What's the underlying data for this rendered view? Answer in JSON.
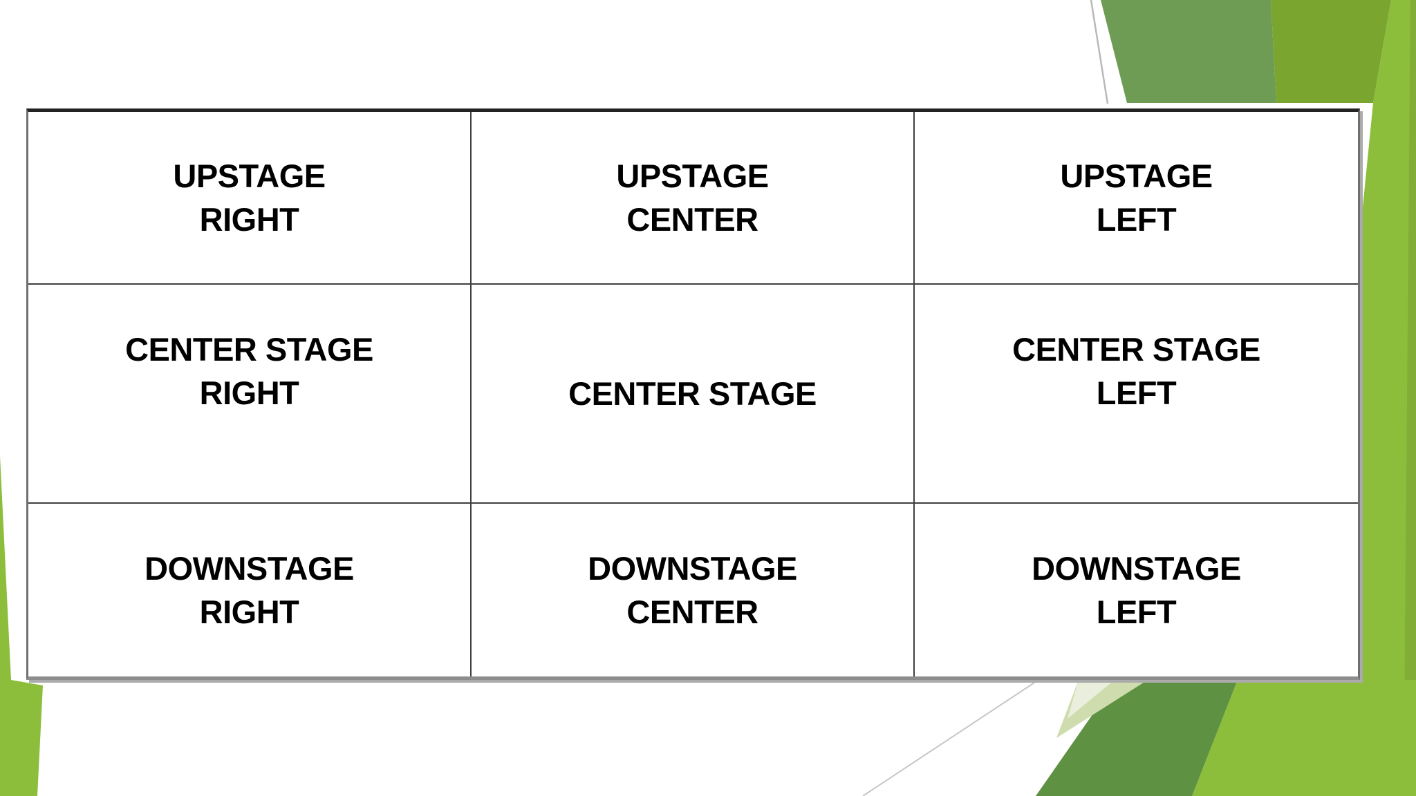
{
  "slide": {
    "background_color": "#ffffff",
    "theme_colors": {
      "sage_dark": "#6e9c55",
      "sage_deep": "#5e9142",
      "olive_green": "#7aa52f",
      "bright_green": "#8cbe3c",
      "band_edge_green": "#82ad37",
      "pale_green": "#cedcae",
      "pale_green_light": "#e9efdc",
      "hairline_gray": "#c6c6c6",
      "table_border_dark": "#232323",
      "table_border_gray": "#6f6f6f",
      "grid_line": "#3f3f3f",
      "text_color": "#000000"
    }
  },
  "stage_grid": {
    "rows": [
      {
        "cells": [
          {
            "name": "upstage-right",
            "lines": [
              "UPSTAGE",
              "RIGHT"
            ]
          },
          {
            "name": "upstage-center",
            "lines": [
              "UPSTAGE",
              "CENTER"
            ]
          },
          {
            "name": "upstage-left",
            "lines": [
              "UPSTAGE",
              "LEFT"
            ]
          }
        ]
      },
      {
        "cells": [
          {
            "name": "center-stage-right",
            "lines": [
              "CENTER STAGE",
              "RIGHT"
            ]
          },
          {
            "name": "center-stage",
            "lines": [
              "CENTER STAGE"
            ]
          },
          {
            "name": "center-stage-left",
            "lines": [
              "CENTER STAGE",
              "LEFT"
            ]
          }
        ]
      },
      {
        "cells": [
          {
            "name": "downstage-right",
            "lines": [
              "DOWNSTAGE",
              "RIGHT"
            ]
          },
          {
            "name": "downstage-center",
            "lines": [
              "DOWNSTAGE",
              "CENTER"
            ]
          },
          {
            "name": "downstage-left",
            "lines": [
              "DOWNSTAGE",
              "LEFT"
            ]
          }
        ]
      }
    ]
  }
}
